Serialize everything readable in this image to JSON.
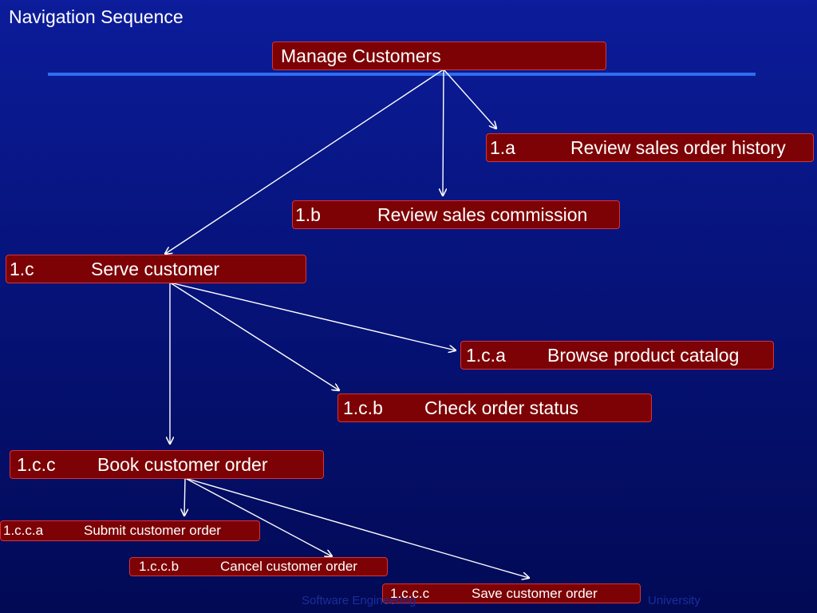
{
  "title": "Navigation Sequence",
  "footer": {
    "left": "Software Engineering",
    "right": "University"
  },
  "nodes": [
    {
      "id": "manage-customers",
      "code": "",
      "label": "Manage Customers"
    },
    {
      "id": "1a",
      "code": "1.a",
      "label": "Review sales order history"
    },
    {
      "id": "1b",
      "code": "1.b",
      "label": "Review sales commission"
    },
    {
      "id": "1c",
      "code": "1.c",
      "label": "Serve customer"
    },
    {
      "id": "1ca",
      "code": "1.c.a",
      "label": "Browse product catalog"
    },
    {
      "id": "1cb",
      "code": "1.c.b",
      "label": "Check order status"
    },
    {
      "id": "1cc",
      "code": "1.c.c",
      "label": "Book customer order"
    },
    {
      "id": "1cca",
      "code": "1.c.c.a",
      "label": "Submit customer order"
    },
    {
      "id": "1ccb",
      "code": "1.c.c.b",
      "label": "Cancel customer order"
    },
    {
      "id": "1ccc",
      "code": "1.c.c.c",
      "label": "Save customer order"
    }
  ],
  "edges": [
    {
      "from": "manage-customers",
      "to": "1a"
    },
    {
      "from": "manage-customers",
      "to": "1b"
    },
    {
      "from": "manage-customers",
      "to": "1c"
    },
    {
      "from": "1c",
      "to": "1ca"
    },
    {
      "from": "1c",
      "to": "1cb"
    },
    {
      "from": "1c",
      "to": "1cc"
    },
    {
      "from": "1cc",
      "to": "1cca"
    },
    {
      "from": "1cc",
      "to": "1ccb"
    },
    {
      "from": "1cc",
      "to": "1ccc"
    }
  ]
}
